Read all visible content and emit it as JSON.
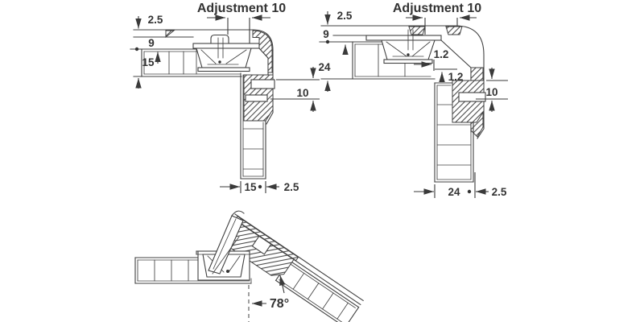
{
  "colors": {
    "line": "#404040",
    "text": "#333333",
    "background": "#ffffff"
  },
  "top_left_diagram": {
    "title": "Adjustment 10",
    "dim_top_gap": "2.5",
    "dim_cup_edge": "9",
    "dim_panel_thickness": "15",
    "dim_plate_adjust": "10",
    "dim_bottom_panel": "15",
    "dim_bottom_gap": "2.5"
  },
  "top_right_diagram": {
    "title": "Adjustment 10",
    "dim_top_gap": "2.5",
    "dim_cup_edge": "9",
    "dim_panel_thickness": "24",
    "dim_offset_horizontal": "1.2",
    "dim_offset_vertical": "1.2",
    "dim_plate_adjust": "10",
    "dim_bottom_panel": "24",
    "dim_bottom_gap": "2.5"
  },
  "bottom_diagram": {
    "opening_angle": "78°"
  }
}
